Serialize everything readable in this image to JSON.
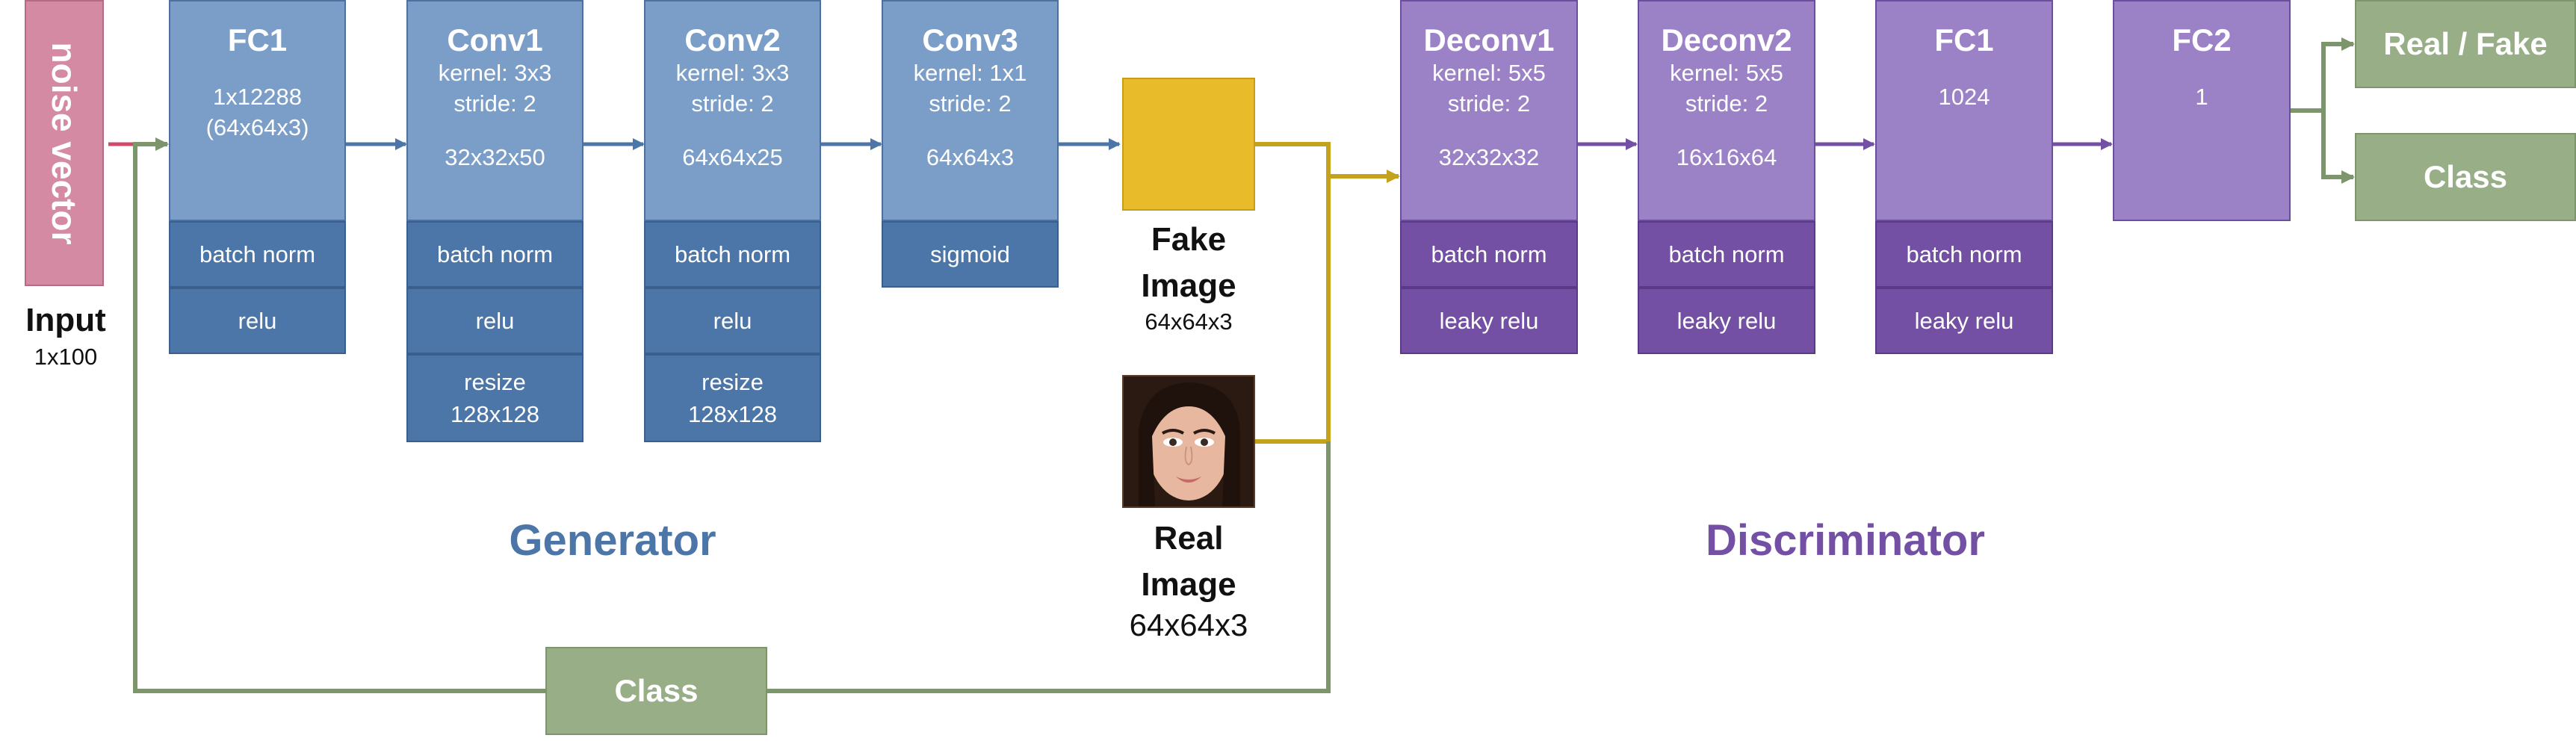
{
  "input": {
    "vector_label": "noise vector",
    "label": "Input",
    "size": "1x100"
  },
  "generator": {
    "title": "Generator",
    "fc1": {
      "title": "FC1",
      "dim1": "1x12288",
      "dim2": "(64x64x3)",
      "row1": "batch norm",
      "row2": "relu"
    },
    "conv1": {
      "title": "Conv1",
      "kernel": "kernel: 3x3",
      "stride": "stride: 2",
      "dim": "32x32x50",
      "row1": "batch norm",
      "row2": "relu",
      "row3a": "resize",
      "row3b": "128x128"
    },
    "conv2": {
      "title": "Conv2",
      "kernel": "kernel: 3x3",
      "stride": "stride: 2",
      "dim": "64x64x25",
      "row1": "batch norm",
      "row2": "relu",
      "row3a": "resize",
      "row3b": "128x128"
    },
    "conv3": {
      "title": "Conv3",
      "kernel": "kernel: 1x1",
      "stride": "stride: 2",
      "dim": "64x64x3",
      "row1": "sigmoid"
    }
  },
  "fake": {
    "line1": "Fake",
    "line2": "Image",
    "size": "64x64x3"
  },
  "real": {
    "line1": "Real",
    "line2": "Image",
    "size": "64x64x3"
  },
  "discriminator": {
    "title": "Discriminator",
    "deconv1": {
      "title": "Deconv1",
      "kernel": "kernel: 5x5",
      "stride": "stride: 2",
      "dim": "32x32x32",
      "row1": "batch norm",
      "row2": "leaky relu"
    },
    "deconv2": {
      "title": "Deconv2",
      "kernel": "kernel: 5x5",
      "stride": "stride: 2",
      "dim": "16x16x64",
      "row1": "batch norm",
      "row2": "leaky relu"
    },
    "fc1": {
      "title": "FC1",
      "dim": "1024",
      "row1": "batch norm",
      "row2": "leaky relu"
    },
    "fc2": {
      "title": "FC2",
      "dim": "1"
    }
  },
  "outputs": {
    "real_fake": "Real / Fake",
    "class": "Class"
  },
  "class_box": "Class",
  "colors": {
    "generator": "#4d76a8",
    "discriminator": "#7450a5",
    "noise": "#d48aa2",
    "image_line": "#c4a21c",
    "class_line": "#7d956b"
  }
}
